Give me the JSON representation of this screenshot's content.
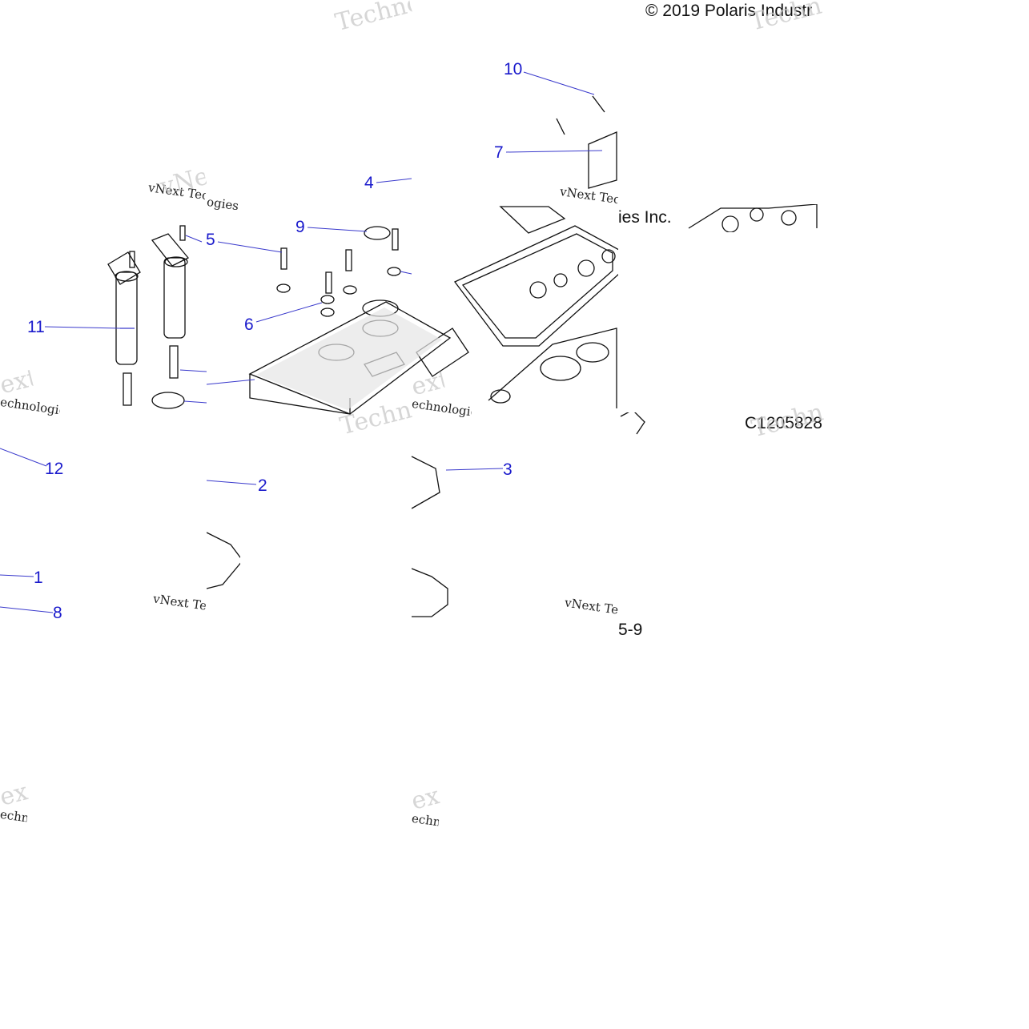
{
  "copyright": "© 2019 Polaris Industr",
  "fragment_inc": "ies Inc.",
  "figure_code": "C1205828",
  "page_fragment": "5-9",
  "callouts": [
    "1",
    "2",
    "3",
    "4",
    "5",
    "6",
    "7",
    "8",
    "9",
    "10",
    "11",
    "12"
  ],
  "watermark": {
    "brand_big": "Technologies",
    "brand_small": "vNext Technologies",
    "brand_v": "vNext",
    "frag_ext": "ext",
    "frag_techno": "echnologies",
    "frag_ies": "ogies"
  },
  "colors": {
    "callout": "#1a1acc",
    "leader": "#3a3acc",
    "line": "#111111",
    "watermark": "#c9c9c9"
  }
}
